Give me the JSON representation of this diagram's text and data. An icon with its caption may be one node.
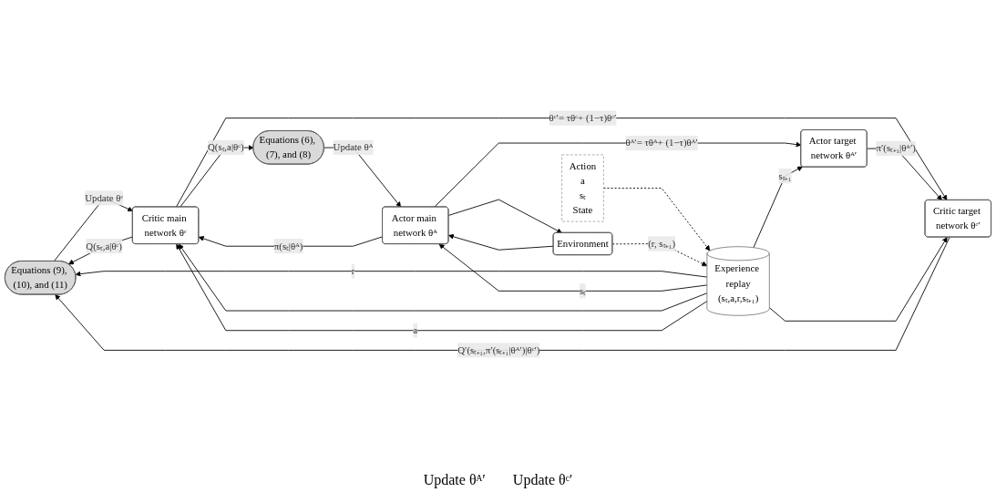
{
  "diagram": {
    "nodes": [
      {
        "text": [
          "Equations (9), (10), and (11)"
        ]
      },
      {
        "text": [
          "Environment"
        ]
      },
      {
        "text": [
          "Actor main network θᴬ"
        ]
      },
      {
        "text": [
          "Critic main network θᶜ"
        ]
      },
      {
        "text": [
          "Actor target network θᴬ′"
        ]
      },
      {
        "text": [
          "Critic target network θᶜ′"
        ]
      },
      {
        "text": [
          "Equations (6), (7), and (8)"
        ]
      },
      {
        "text": [
          "Experience replay",
          "(sₜ,a,r,sₜ₊₁)"
        ]
      },
      {
        "text": [
          "Action",
          "a",
          "sₜ",
          "State"
        ]
      }
    ],
    "edges": [
      {
        "from": 0,
        "to": 3,
        "arrow": "to",
        "label": "Update θᶜ"
      },
      {
        "from": 3,
        "to": 0,
        "arrow": "to",
        "label": "Q(sₜ,a|θᶜ)"
      },
      {
        "from": 5,
        "to": 0,
        "arrow": "to",
        "label": "Q′(sₜ₊₁,π′(sₜ₊₁|θᴬ′)|θᶜ′)"
      },
      {
        "from": 7,
        "to": 0,
        "arrow": "to",
        "label": "r"
      },
      {
        "from": 2,
        "to": 4,
        "arrow": "to",
        "label": "θᴬ′= τθᴬ+ (1−τ)θᴬ′"
      },
      {
        "from": 3,
        "to": 5,
        "arrow": "to",
        "label": "θᶜ′= τθᶜ+ (1−τ)θᶜ′"
      },
      {
        "from": 2,
        "to": 1,
        "arrow": "to"
      },
      {
        "from": 1,
        "to": 2,
        "arrow": "to"
      },
      {
        "from": 2,
        "to": 3,
        "arrow": "to",
        "label": "π(sₜ|θᴬ)"
      },
      {
        "from": 4,
        "to": 5,
        "arrow": "to",
        "label": "π′(sₜ₊₁|θᴬ′)"
      },
      {
        "from": 6,
        "to": 2,
        "arrow": "to",
        "label": "Update θᴬ"
      },
      {
        "from": 3,
        "to": 6,
        "arrow": "to",
        "label": "Q(sₜ,a|θᶜ)"
      },
      {
        "from": 7,
        "to": 2,
        "arrow": "to",
        "label": "sₜ"
      },
      {
        "from": 7,
        "to": 3,
        "arrow": "to"
      },
      {
        "from": 7,
        "to": 3,
        "arrow": "to",
        "label": "a"
      },
      {
        "from": 7,
        "to": 4,
        "arrow": "to",
        "label": "sₜ₊₁"
      },
      {
        "from": 7,
        "to": 5,
        "arrow": "to"
      },
      {
        "from": 8,
        "to": 7,
        "arrow": "to",
        "style": "dashed"
      },
      {
        "from": 1,
        "to": 7,
        "arrow": "to",
        "style": "dashed",
        "label": "(r, sₜ₊₁)"
      }
    ],
    "labels": [
      "Update θᴬ′",
      "Update θᶜ′"
    ]
  }
}
